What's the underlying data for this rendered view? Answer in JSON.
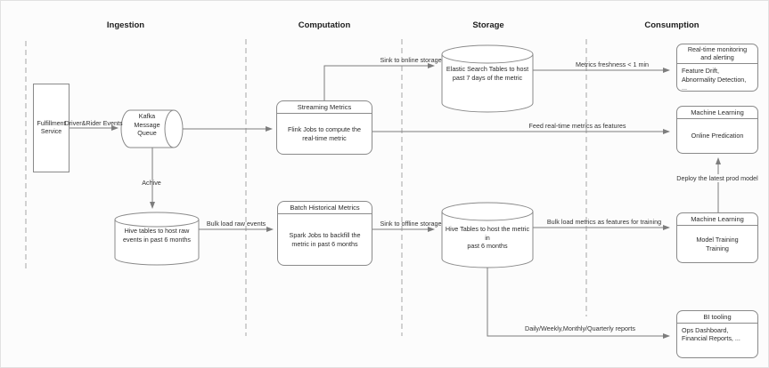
{
  "colors": {
    "shape_border": "#8a8a8a",
    "connector": "#7d7d7d",
    "lane_divider": "#a6a6a6",
    "text": "#2b2b2b",
    "background": "#fcfcfc"
  },
  "lanes": [
    {
      "label": "Ingestion"
    },
    {
      "label": "Computation"
    },
    {
      "label": "Storage"
    },
    {
      "label": "Consumption"
    }
  ],
  "nodes": {
    "fulfillment": {
      "label": "Fulfillment\nService"
    },
    "kafka": {
      "label": "Kafka\nMessage\nQueue"
    },
    "hive_raw": {
      "label": "Hive tables to host raw\nevents in past 6 months"
    },
    "streaming": {
      "title": "Streaming Metrics",
      "body": "Flink Jobs to compute the\nreal-time metric"
    },
    "batch": {
      "title": "Batch Historical Metrics",
      "body": "Spark Jobs to  backfill the\nmetric in past 6 months"
    },
    "elastic": {
      "label": "Elastic Search Tables to host\npast 7 days of the metric"
    },
    "hive_metric": {
      "label": "Hive Tables to host the metric in\npast 6 months"
    },
    "monitoring": {
      "title": "Real-time monitoring\nand alerting",
      "body": "Feature Drift,\nAbnormality Detection,\n..."
    },
    "ml_online": {
      "title": "Machine Learning",
      "body": "Online Predication"
    },
    "ml_training": {
      "title": "Machine Learning",
      "body": "Model Training\nTraining"
    },
    "bi": {
      "title": "BI tooling",
      "body": "Ops Dashboard,\nFinancial Reports, ..."
    }
  },
  "edges": {
    "driver_rider": "Driver&Rider Events",
    "achive": "Achive",
    "bulk_raw": "Bulk load raw events",
    "sink_online": "Sink to online storage",
    "sink_offline": "Sink to offline storage",
    "freshness": "Metrics freshness < 1 min",
    "feed_features": "Feed real-time metrics as features",
    "bulk_training": "Bulk load metrics as features for training",
    "deploy": "Deploy the latest prod model",
    "reports": "Daily/Weekly,Monthly/Quarterly reports"
  }
}
